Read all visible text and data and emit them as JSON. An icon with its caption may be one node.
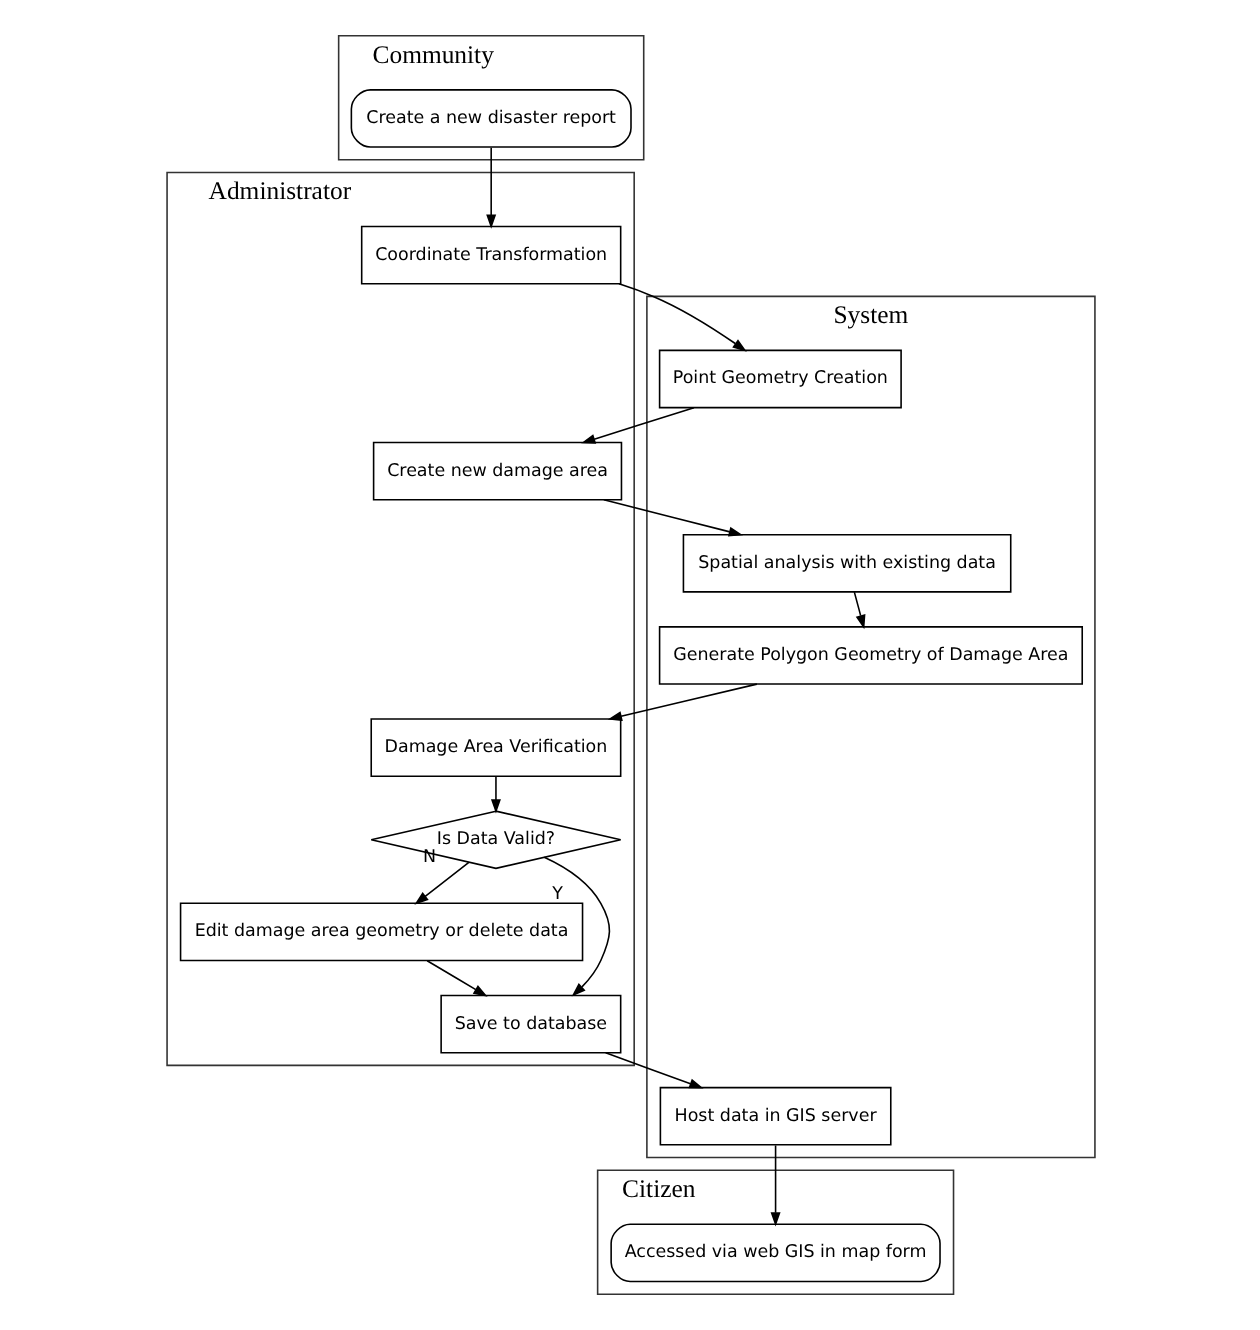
{
  "diagram": {
    "nodes": [
      {
        "text": [
          "Community"
        ]
      },
      {
        "text": [
          "System"
        ]
      },
      {
        "text": [
          "Administrator"
        ]
      },
      {
        "text": [
          "Citizen"
        ]
      },
      {
        "text": [
          "Create a new disaster report"
        ],
        "in": 0
      },
      {
        "text": [
          "Coordinate Transformation"
        ],
        "in": 2
      },
      {
        "text": [
          "Point Geometry Creation"
        ],
        "in": 1
      },
      {
        "text": [
          "Create new damage area"
        ],
        "in": 2
      },
      {
        "text": [
          "Spatial analysis with existing data"
        ],
        "in": 1
      },
      {
        "text": [
          "Generate Polygon Geometry of Damage Area"
        ],
        "in": 1
      },
      {
        "text": [
          "Damage Area Verification"
        ],
        "in": 2
      },
      {
        "text": [
          "Is Data Valid?"
        ],
        "in": 2
      },
      {
        "text": [
          "Edit damage area geometry or delete data"
        ],
        "in": 2
      },
      {
        "text": [
          "Save to database"
        ],
        "in": 2
      },
      {
        "text": [
          "Host data in GIS server"
        ],
        "in": 1
      },
      {
        "text": [
          "Accessed via web GIS in map form"
        ],
        "in": 3
      }
    ],
    "edges": [
      {
        "from": 4,
        "to": 5,
        "arrow": "to"
      },
      {
        "from": 5,
        "to": 6,
        "arrow": "to"
      },
      {
        "from": 6,
        "to": 7,
        "arrow": "to"
      },
      {
        "from": 7,
        "to": 8,
        "arrow": "to"
      },
      {
        "from": 8,
        "to": 9,
        "arrow": "to"
      },
      {
        "from": 9,
        "to": 10,
        "arrow": "to"
      },
      {
        "from": 10,
        "to": 11,
        "arrow": "to"
      },
      {
        "from": 11,
        "to": 13,
        "arrow": "to",
        "label": "Y"
      },
      {
        "from": 11,
        "to": 12,
        "arrow": "to",
        "label": "N"
      },
      {
        "from": 12,
        "to": 13,
        "arrow": "to"
      },
      {
        "from": 13,
        "to": 14,
        "arrow": "to"
      },
      {
        "from": 14,
        "to": 15,
        "arrow": "to"
      }
    ]
  }
}
